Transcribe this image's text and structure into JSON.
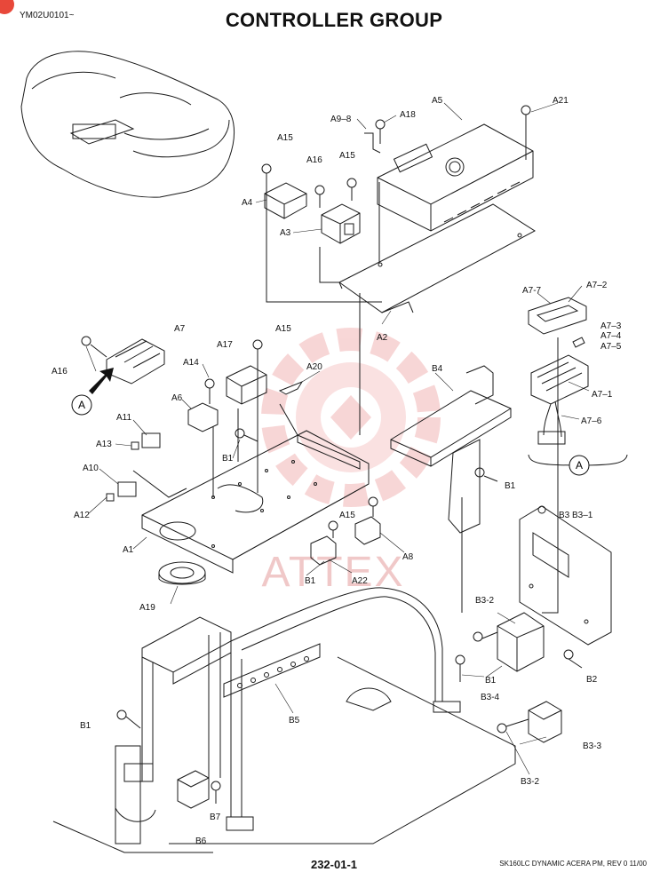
{
  "header": {
    "doc_code": "YM02U0101~",
    "title": "CONTROLLER GROUP"
  },
  "footer": {
    "page_number": "232-01-1",
    "note": "SK160LC DYNAMIC ACERA PM,  REV 0 11/00"
  },
  "watermark": {
    "text": "ATTEX",
    "color": "#f0b4b4"
  },
  "colors": {
    "line": "#1a1a1a",
    "badge": "#e8483a"
  },
  "callouts": {
    "A": "A",
    "A1": "A1",
    "A2": "A2",
    "A3": "A3",
    "A4": "A4",
    "A5": "A5",
    "A6": "A6",
    "A7": "A7",
    "A7_1": "A7–1",
    "A7_2": "A7–2",
    "A7_3": "A7–3",
    "A7_4": "A7–4",
    "A7_5": "A7–5",
    "A7_6": "A7–6",
    "A7_7": "A7-7",
    "A8": "A8",
    "A9_8": "A9–8",
    "A10": "A10",
    "A11": "A11",
    "A12": "A12",
    "A13": "A13",
    "A14": "A14",
    "A15": "A15",
    "A16": "A16",
    "A17": "A17",
    "A18": "A18",
    "A19": "A19",
    "A20": "A20",
    "A21": "A21",
    "A22": "A22",
    "B1": "B1",
    "B2": "B2",
    "B3_B3_1": "B3 B3–1",
    "B3_2": "B3-2",
    "B3_3": "B3-3",
    "B3_4": "B3-4",
    "B4": "B4",
    "B5": "B5",
    "B6": "B6",
    "B7": "B7"
  }
}
